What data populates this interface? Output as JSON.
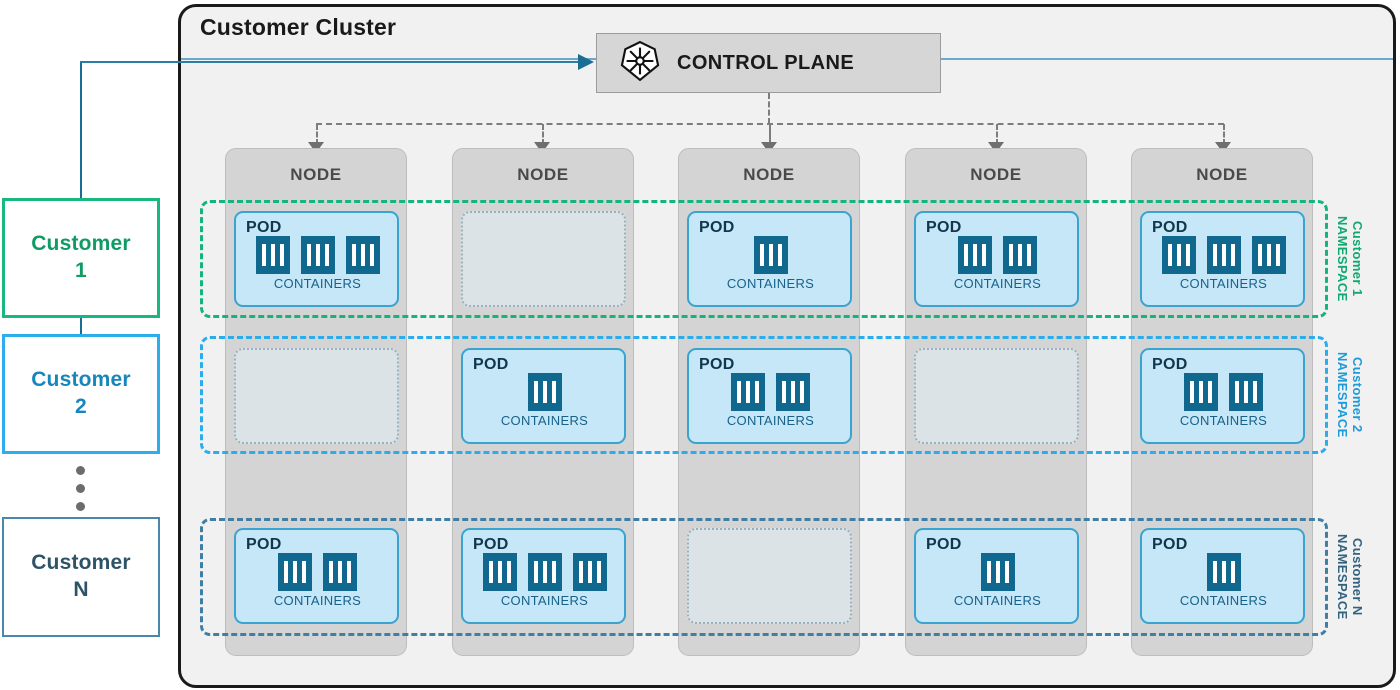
{
  "cluster": {
    "title": "Customer Cluster",
    "control_plane": {
      "label": "CONTROL PLANE",
      "icon": "kubernetes-helm-icon"
    }
  },
  "customers": [
    {
      "id": "customer-1",
      "line1": "Customer",
      "line2": "1",
      "color": "#18b87e",
      "text_color": "#0f9b63"
    },
    {
      "id": "customer-2",
      "line1": "Customer",
      "line2": "2",
      "color": "#2cadec",
      "text_color": "#1786bd"
    },
    {
      "id": "customer-n",
      "line1": "Customer",
      "line2": "N",
      "color": "#4b87ab",
      "text_color": "#2e5368"
    }
  ],
  "ellipsis_dots": 3,
  "nodes": [
    {
      "label": "NODE"
    },
    {
      "label": "NODE"
    },
    {
      "label": "NODE"
    },
    {
      "label": "NODE"
    },
    {
      "label": "NODE"
    }
  ],
  "namespaces": [
    {
      "id": "customer-1-namespace",
      "label": "Customer 1\nNAMESPACE",
      "color": "#16b47d",
      "slots": [
        {
          "type": "pod",
          "title": "POD",
          "containers": 3,
          "caption": "CONTAINERS"
        },
        {
          "type": "empty"
        },
        {
          "type": "pod",
          "title": "POD",
          "containers": 1,
          "caption": "CONTAINERS"
        },
        {
          "type": "pod",
          "title": "POD",
          "containers": 2,
          "caption": "CONTAINERS"
        },
        {
          "type": "pod",
          "title": "POD",
          "containers": 3,
          "caption": "CONTAINERS"
        }
      ]
    },
    {
      "id": "customer-2-namespace",
      "label": "Customer 2\nNAMESPACE",
      "color": "#2badeb",
      "slots": [
        {
          "type": "empty"
        },
        {
          "type": "pod",
          "title": "POD",
          "containers": 1,
          "caption": "CONTAINERS"
        },
        {
          "type": "pod",
          "title": "POD",
          "containers": 2,
          "caption": "CONTAINERS"
        },
        {
          "type": "empty"
        },
        {
          "type": "pod",
          "title": "POD",
          "containers": 2,
          "caption": "CONTAINERS"
        }
      ]
    },
    {
      "id": "customer-n-namespace",
      "label": "Customer N\nNAMESPACE",
      "color": "#3f7fa6",
      "slots": [
        {
          "type": "pod",
          "title": "POD",
          "containers": 2,
          "caption": "CONTAINERS"
        },
        {
          "type": "pod",
          "title": "POD",
          "containers": 3,
          "caption": "CONTAINERS"
        },
        {
          "type": "empty"
        },
        {
          "type": "pod",
          "title": "POD",
          "containers": 1,
          "caption": "CONTAINERS"
        },
        {
          "type": "pod",
          "title": "POD",
          "containers": 1,
          "caption": "CONTAINERS"
        }
      ]
    }
  ],
  "connectors": {
    "customer_to_control_plane": "solid-arrow",
    "control_plane_to_nodes": "dashed-arrows"
  }
}
